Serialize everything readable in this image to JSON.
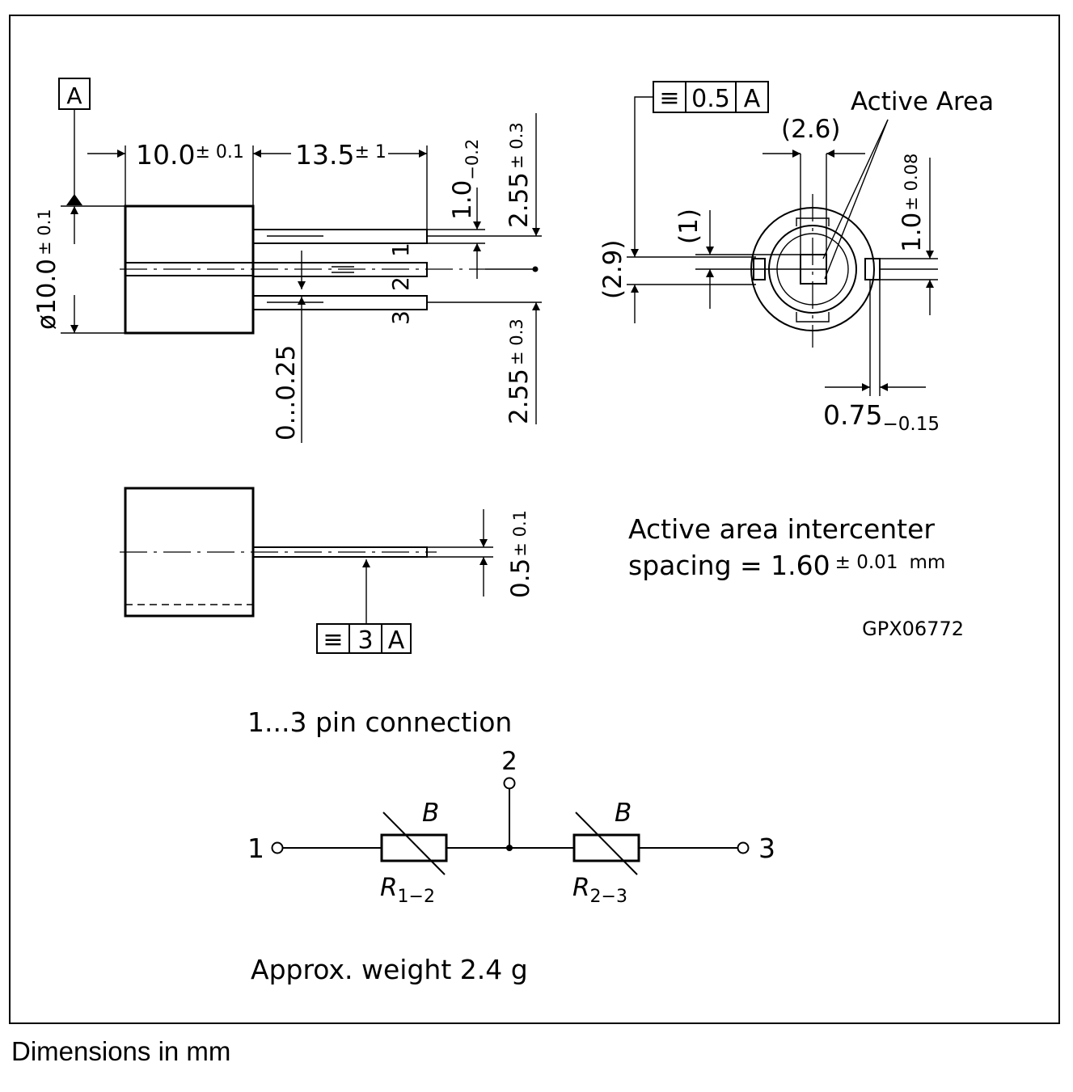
{
  "datum": {
    "label": "A"
  },
  "side_view": {
    "length": "10.0",
    "length_tol": "± 0.1",
    "lead_length": "13.5",
    "lead_length_tol": "± 1",
    "lead_width": "1.0",
    "lead_width_tol": "−0.2",
    "pitch_top": "2.55",
    "pitch_top_tol": "± 0.3",
    "pitch_bottom": "2.55",
    "pitch_bottom_tol": "± 0.3",
    "diameter": "ø10.0",
    "diameter_tol": "± 0.1",
    "offset": "0...0.25",
    "pin_labels": [
      "1",
      "2",
      "3"
    ]
  },
  "front_view": {
    "fcf_symbol": "≡",
    "fcf_value": "0.5",
    "fcf_datum": "A",
    "active_area": "Active Area",
    "dim_2_6": "(2.6)",
    "dim_1": "(1)",
    "dim_2_9": "(2.9)",
    "tab_width": "1.0",
    "tab_width_tol": "± 0.08",
    "tab_thickness": "0.75",
    "tab_thickness_tol": "−0.15"
  },
  "top_view": {
    "thickness": "0.5",
    "thickness_tol": "± 0.1",
    "fcf_symbol": "≡",
    "fcf_value": "3",
    "fcf_datum": "A"
  },
  "notes": {
    "line1": "Active area intercenter",
    "line2_prefix": "spacing = 1.60",
    "line2_tol": "± 0.01",
    "line2_unit": "mm",
    "drawing_id": "GPX06772"
  },
  "schematic": {
    "title": "1...3 pin connection",
    "pin1": "1",
    "pin2": "2",
    "pin3": "3",
    "b_label_1": "B",
    "b_label_2": "B",
    "r1_main": "R",
    "r1_sub": "1−2",
    "r2_main": "R",
    "r2_sub": "2−3"
  },
  "weight": "Approx. weight 2.4 g",
  "footer": "Dimensions in mm"
}
